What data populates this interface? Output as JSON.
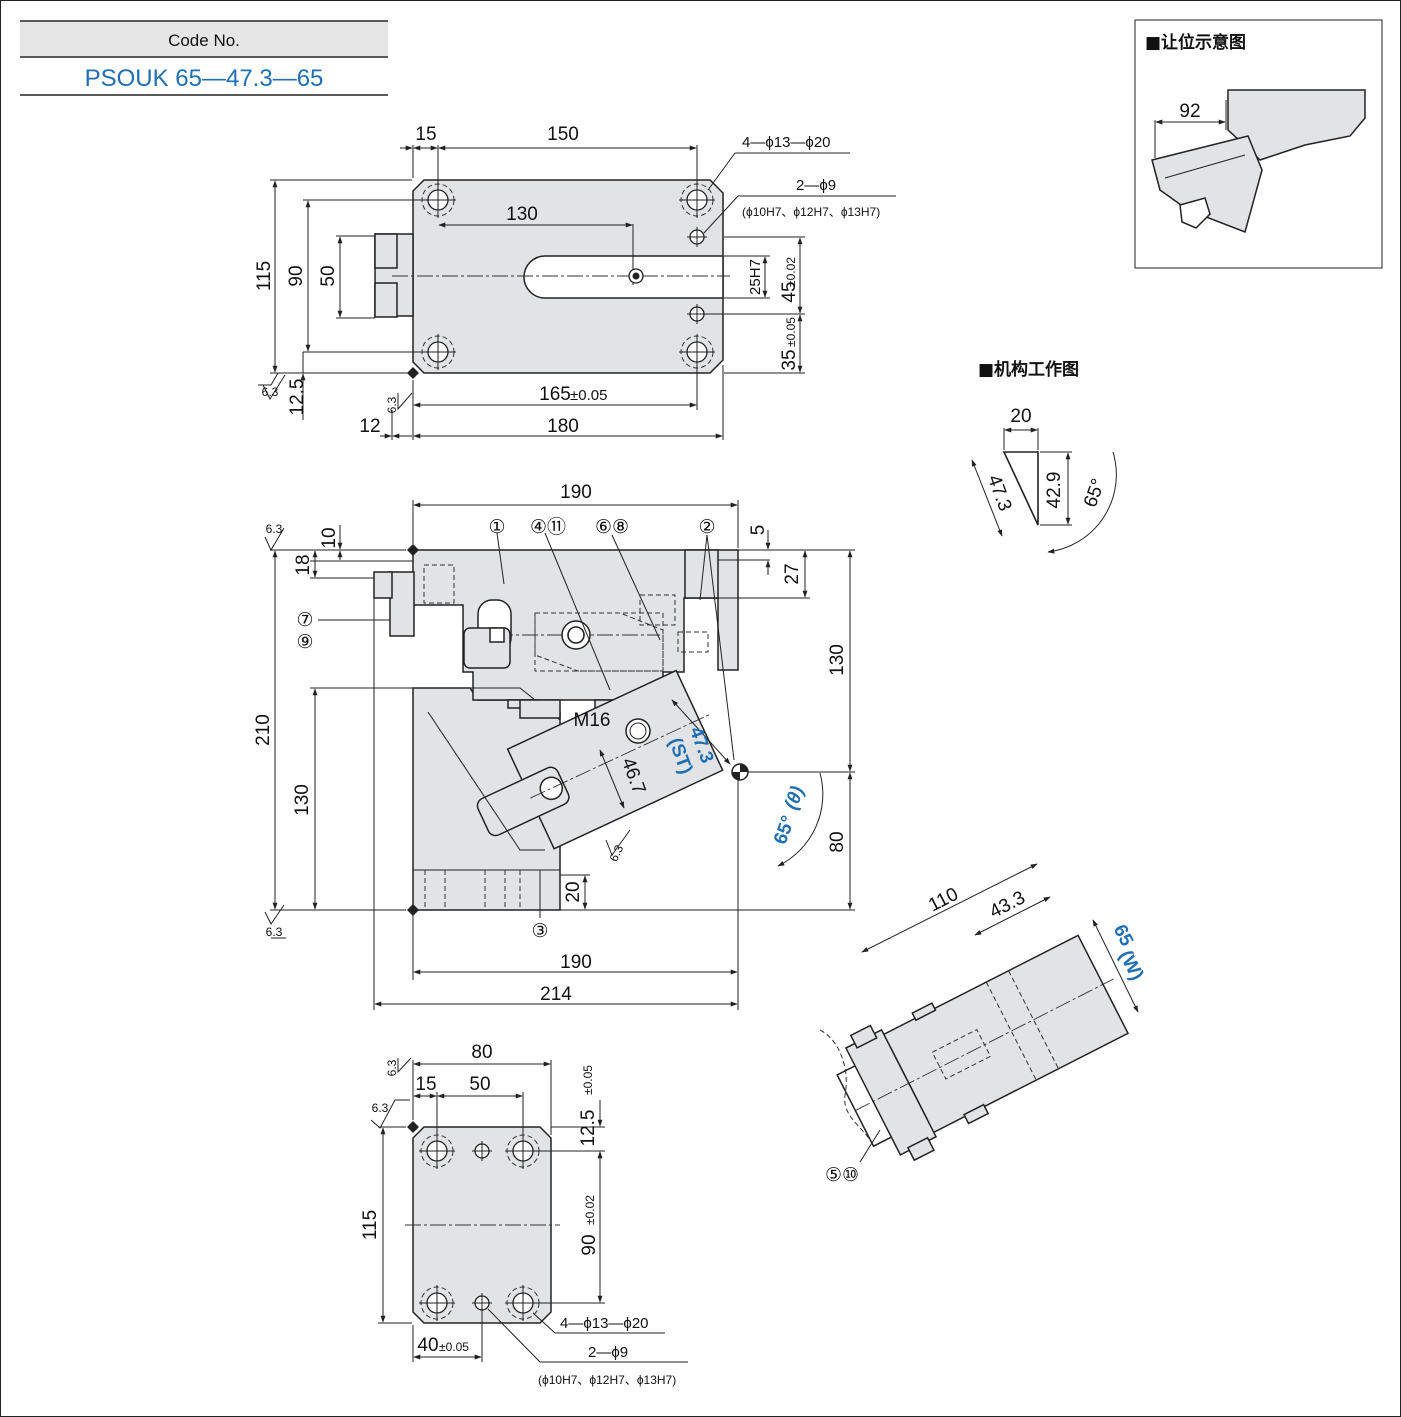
{
  "code": {
    "label": "Code No.",
    "value": "PSOUK 65—47.3—65"
  },
  "colors": {
    "accent": "#1f6fb4",
    "part_fill": "#e2e3e5",
    "line": "#222222",
    "header_fill": "#e6e6e6"
  },
  "top_view": {
    "dims": {
      "w15": "15",
      "w150": "150",
      "w130": "130",
      "h115": "115",
      "h90": "90",
      "h50": "50",
      "d12_5": "12.5",
      "w165": "165",
      "w165_tol": "±0.05",
      "w12": "12",
      "w180": "180",
      "h25": "25H7",
      "h45": "45",
      "h45_tol": "±0.02",
      "h35": "35",
      "h35_tol": "±0.05"
    },
    "holes_big": "4—ϕ13—ϕ20",
    "holes_small": "2—ϕ9",
    "holes_small_fit": "(ϕ10H7、ϕ12H7、ϕ13H7)",
    "roughness": "6.3"
  },
  "front_view": {
    "dims": {
      "w190_top": "190",
      "h10": "10",
      "h18": "18",
      "h5": "5",
      "h27": "27",
      "h130_r": "130",
      "h210": "210",
      "h130_l": "130",
      "h80": "80",
      "h20": "20",
      "w190_bot": "190",
      "w214": "214",
      "d46_7": "46.7",
      "st": "47.3",
      "st_label": "(ST)",
      "angle": "65°",
      "angle_label": "(θ)",
      "m16": "M16"
    },
    "callouts": {
      "c1": "①",
      "c4_11": "④⑪",
      "c6_8": "⑥⑧",
      "c2": "②",
      "c7": "⑦",
      "c9": "⑨",
      "c3": "③"
    },
    "roughness": "6.3"
  },
  "bottom_view": {
    "dims": {
      "w80": "80",
      "w15": "15",
      "w50": "50",
      "h12_5": "12.5",
      "h12_5_tol": "±0.05",
      "h115": "115",
      "h90": "90",
      "h90_tol": "±0.02",
      "w40": "40",
      "w40_tol": "±0.05"
    },
    "holes_big": "4—ϕ13—ϕ20",
    "holes_small": "2—ϕ9",
    "holes_small_fit": "(ϕ10H7、ϕ12H7、ϕ13H7)",
    "roughness": "6.3"
  },
  "side_view": {
    "dims": {
      "w110": "110",
      "w43_3": "43.3",
      "w65": "65",
      "w_label": "(W)"
    },
    "callout": "⑤⑩"
  },
  "clearance_box": {
    "title": "■让位示意图",
    "dim": "92"
  },
  "mechanism": {
    "title": "■机构工作图",
    "d20": "20",
    "d47_3": "47.3",
    "d42_9": "42.9",
    "angle": "65°"
  }
}
